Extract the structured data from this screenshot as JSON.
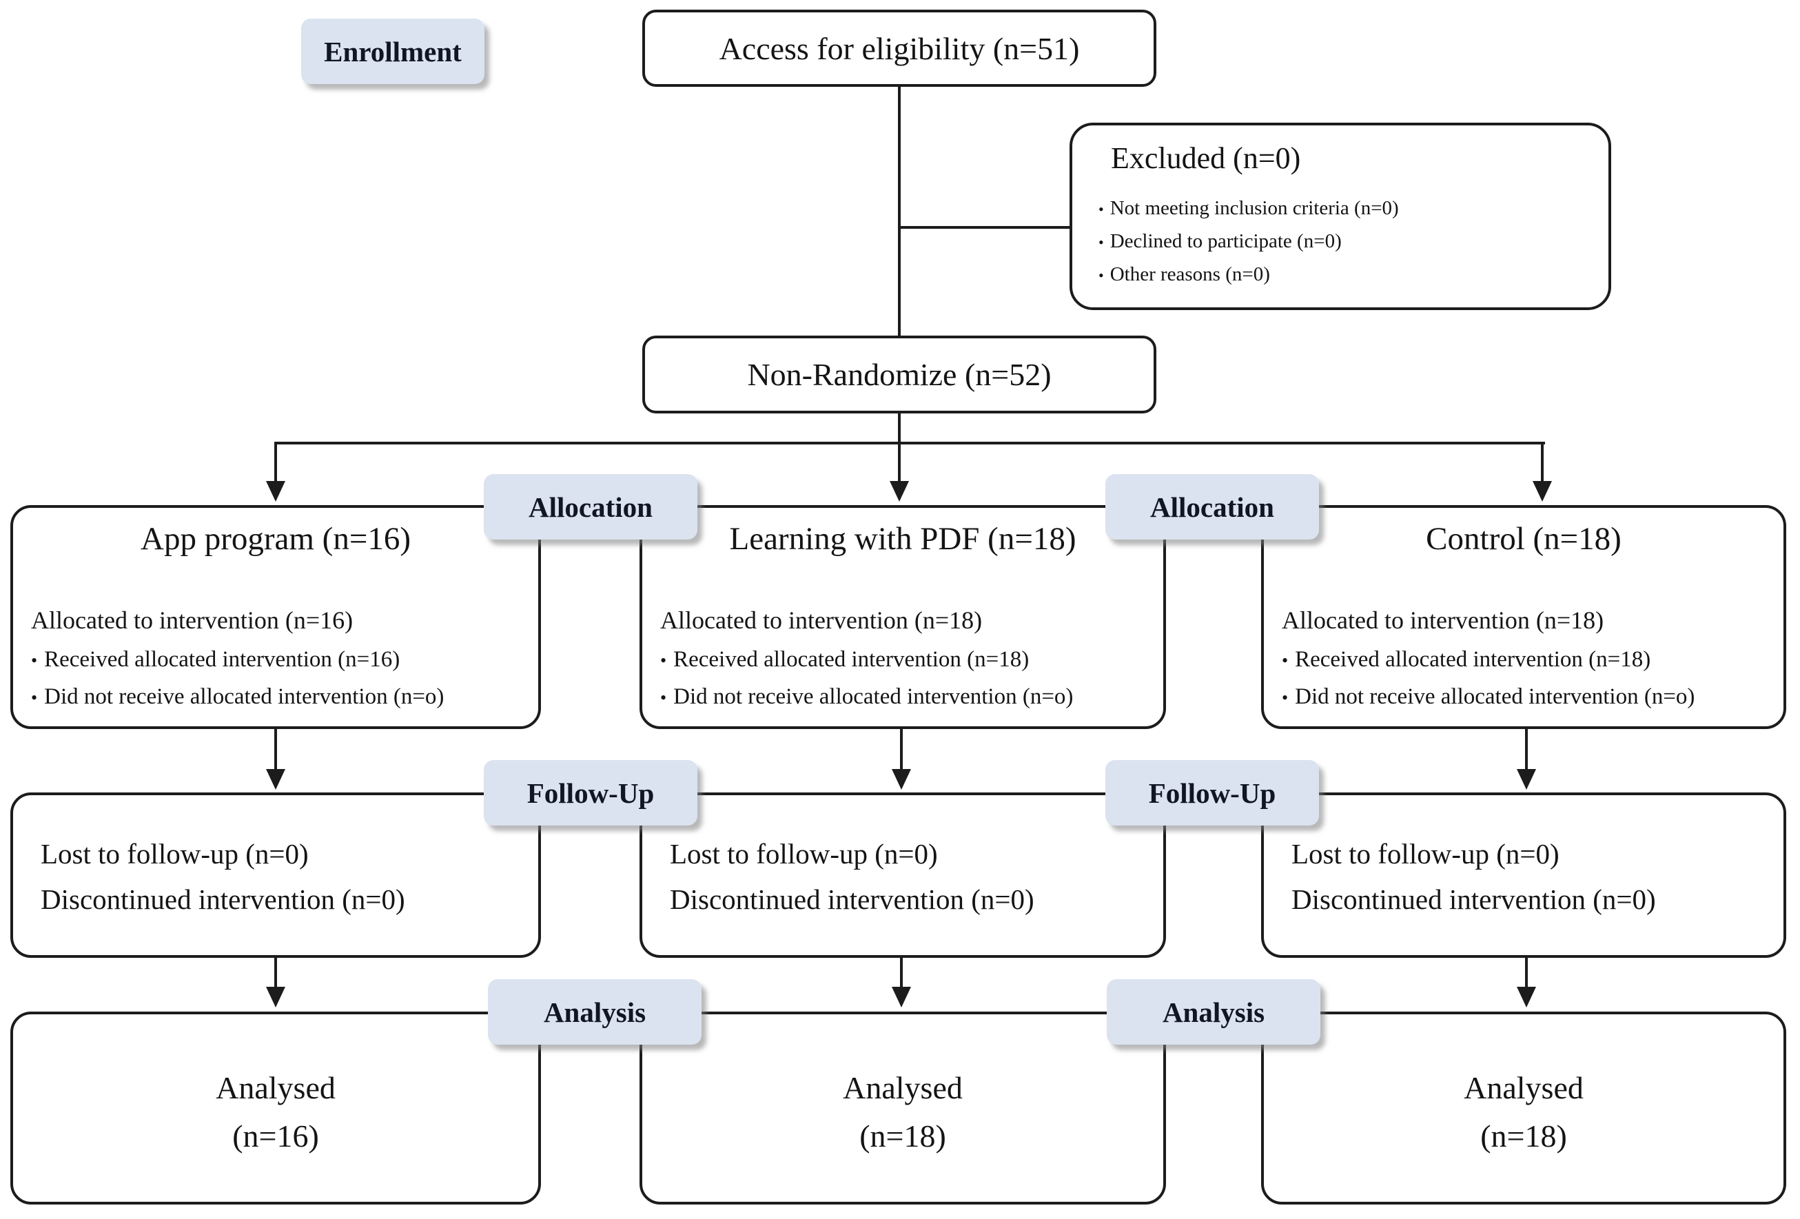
{
  "ui": {
    "bullet_char": "•"
  },
  "palette": {
    "badge_bg": "#dbe3f0",
    "box_border": "#1c1c1c",
    "text": "#141414"
  },
  "stages": {
    "enrollment": "Enrollment",
    "allocation": "Allocation",
    "follow_up": "Follow-Up",
    "analysis": "Analysis"
  },
  "top": {
    "eligibility": "Access for eligibility (n=51)",
    "excluded": {
      "title": "Excluded (n=0)",
      "items": [
        "Not meeting inclusion criteria (n=0)",
        "Declined to participate (n=0)",
        "Other reasons (n=0)"
      ]
    },
    "randomize": "Non-Randomize (n=52)"
  },
  "arms": [
    {
      "allocation": {
        "title": "App program (n=16)",
        "lead": "Allocated to intervention (n=16)",
        "bullets": [
          "Received allocated intervention (n=16)",
          "Did not receive allocated intervention (n=o)"
        ]
      },
      "follow_up": [
        "Lost to follow-up (n=0)",
        "Discontinued intervention (n=0)"
      ],
      "analysis": [
        "Analysed",
        "(n=16)"
      ]
    },
    {
      "allocation": {
        "title": "Learning with PDF (n=18)",
        "lead": "Allocated to intervention (n=18)",
        "bullets": [
          "Received allocated intervention (n=18)",
          "Did not receive allocated intervention (n=o)"
        ]
      },
      "follow_up": [
        "Lost to follow-up (n=0)",
        "Discontinued intervention (n=0)"
      ],
      "analysis": [
        "Analysed",
        "(n=18)"
      ]
    },
    {
      "allocation": {
        "title": "Control (n=18)",
        "lead": "Allocated to intervention (n=18)",
        "bullets": [
          "Received allocated intervention (n=18)",
          "Did not receive allocated intervention (n=o)"
        ]
      },
      "follow_up": [
        "Lost to follow-up (n=0)",
        "Discontinued intervention (n=0)"
      ],
      "analysis": [
        "Analysed",
        "(n=18)"
      ]
    }
  ]
}
